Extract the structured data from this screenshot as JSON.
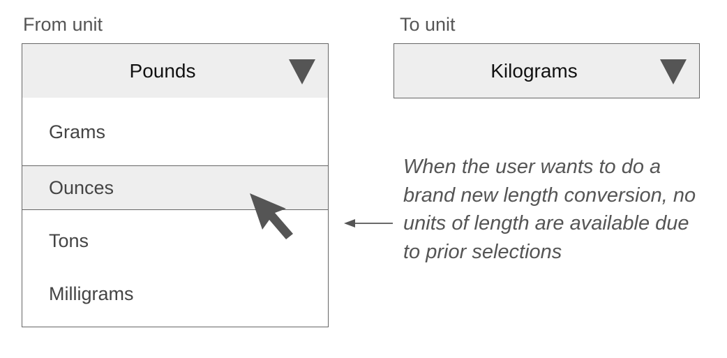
{
  "from": {
    "label": "From unit",
    "selected": "Pounds",
    "options": [
      "Grams",
      "Ounces",
      "Tons",
      "Milligrams"
    ],
    "highlighted_option": "Ounces"
  },
  "to": {
    "label": "To unit",
    "selected": "Kilograms"
  },
  "annotation": {
    "text": "When the user wants to do a brand new length conversion, no units of length are available due to prior selections"
  },
  "icons": {
    "caret": "caret-down-icon",
    "cursor": "mouse-pointer-icon",
    "arrow": "arrow-left-icon"
  },
  "colors": {
    "select_bg": "#eeeeee",
    "border": "#666666",
    "annotation_text": "#555555"
  }
}
